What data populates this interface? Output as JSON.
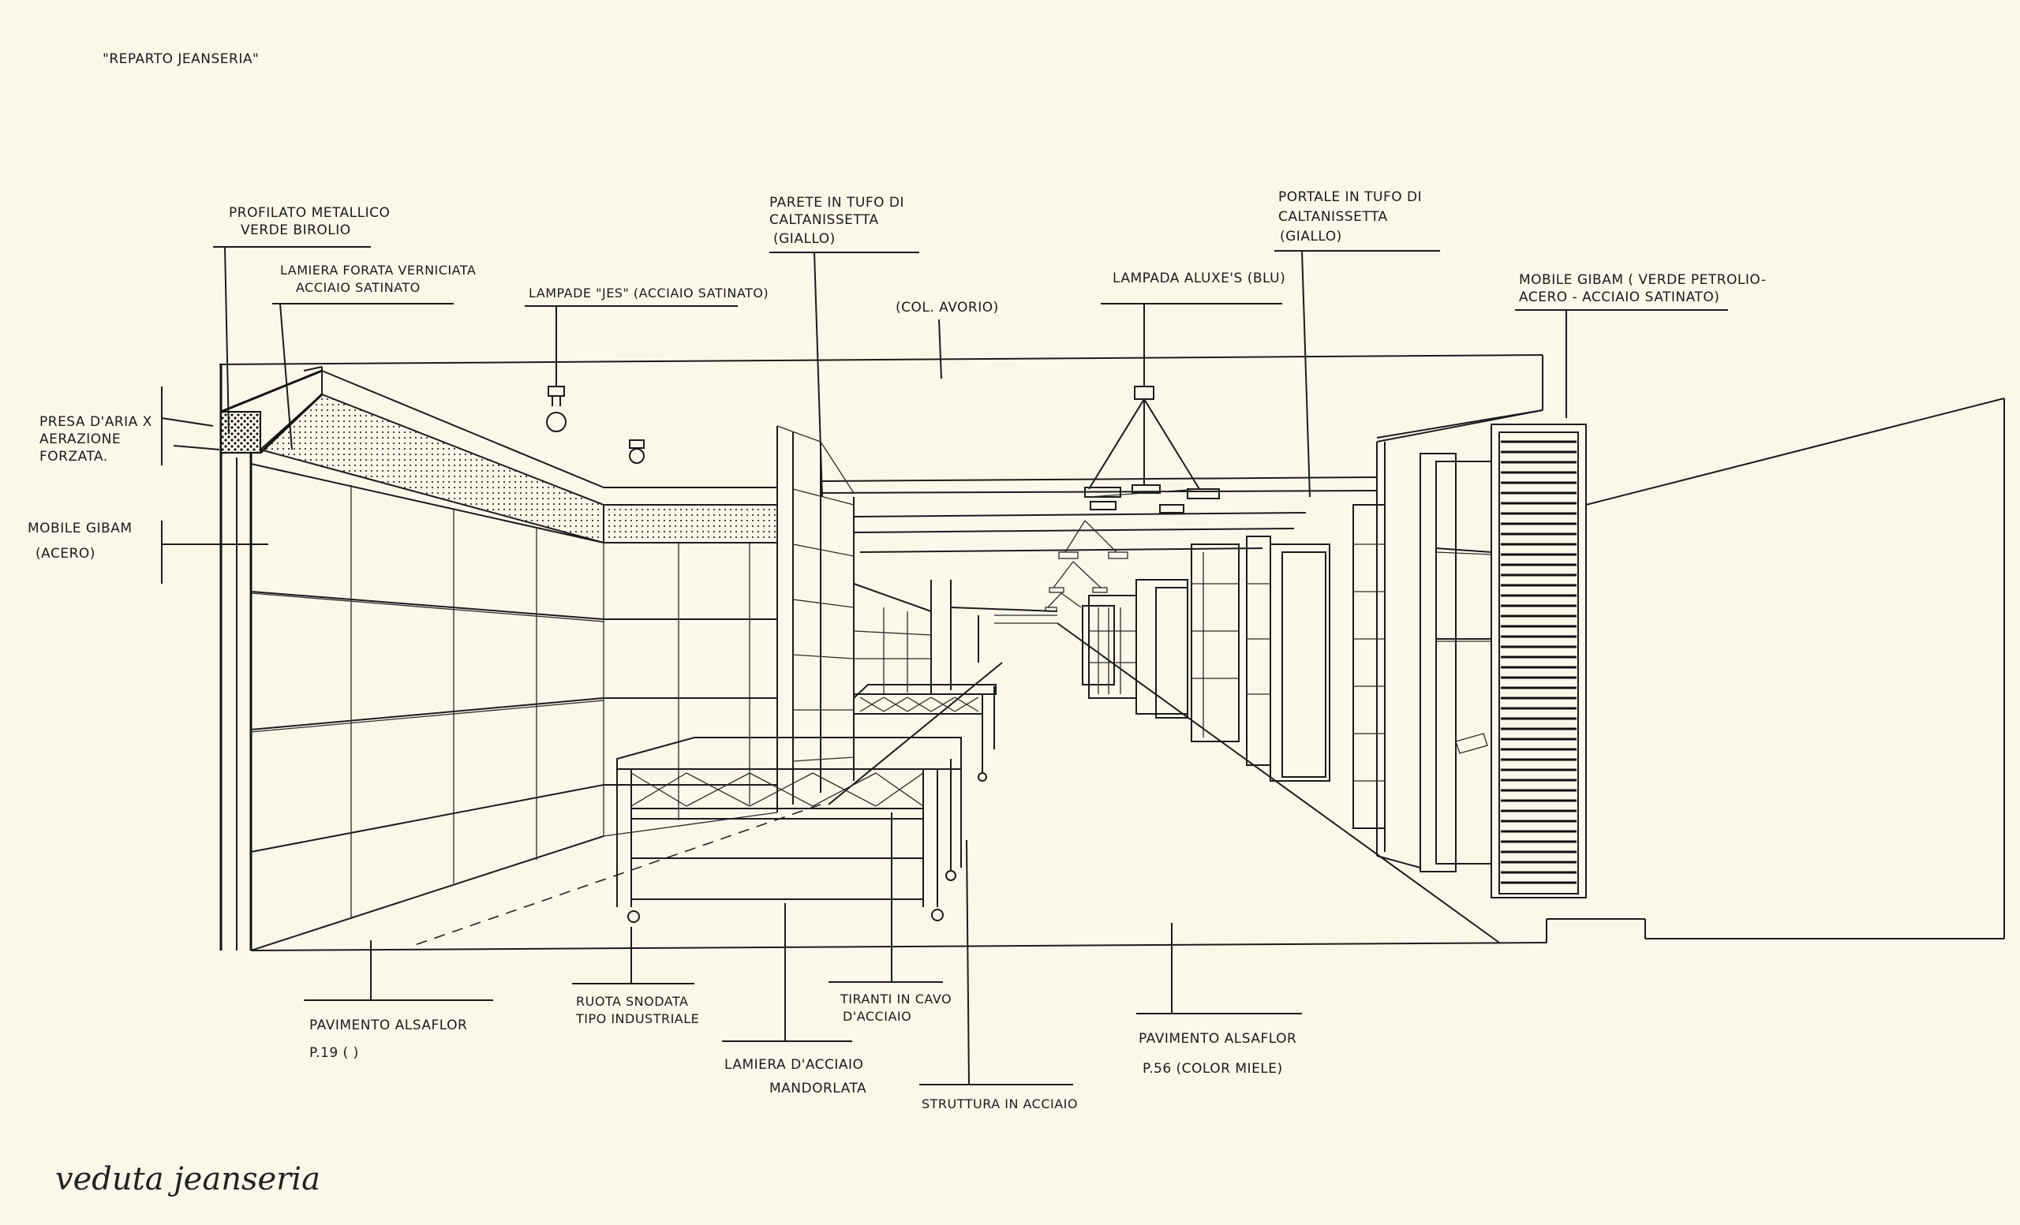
{
  "title": "\"REPARTO JEANSERIA\"",
  "caption": "veduta jeanseria",
  "annotations": {
    "profilato": [
      "PROFILATO METALLICO",
      "VERDE BIROLIO"
    ],
    "lamiera_forata": [
      "LAMIERA FORATA VERNICIATA",
      "ACCIAIO SATINATO"
    ],
    "presa_aria": [
      "PRESA D'ARIA X",
      "AERAZIONE",
      "FORZATA."
    ],
    "mobile_gibam_acero": [
      "MOBILE GIBAM",
      "(ACERO)"
    ],
    "lampade_jes": [
      "LAMPADE \"JES\" (ACCIAIO SATINATO)"
    ],
    "parete_tufo": [
      "PARETE IN TUFO DI",
      "CALTANISSETTA",
      "(GIALLO)"
    ],
    "col_avorio": [
      "(COL. AVORIO)"
    ],
    "lampada_aluxe": [
      "LAMPADA ALUXE'S (BLU)"
    ],
    "portale_tufo": [
      "PORTALE IN TUFO DI",
      "CALTANISSETTA",
      "(GIALLO)"
    ],
    "mobile_gibam_verde": [
      "MOBILE GIBAM ( VERDE PETROLIO-",
      "ACERO - ACCIAIO SATINATO)"
    ],
    "pavimento_p19": [
      "PAVIMENTO   ALSAFLOR",
      "P.19 (          )"
    ],
    "ruota": [
      "RUOTA SNODATA",
      "TIPO INDUSTRIALE"
    ],
    "tiranti": [
      "TIRANTI IN CAVO",
      "D'ACCIAIO"
    ],
    "lamiera_mandorlata": [
      "LAMIERA D'ACCIAIO",
      "MANDORLATA"
    ],
    "struttura": [
      "STRUTTURA IN ACCIAIO"
    ],
    "pavimento_p56": [
      "PAVIMENTO  ALSAFLOR",
      "P.56 (COLOR MIELE)"
    ]
  }
}
